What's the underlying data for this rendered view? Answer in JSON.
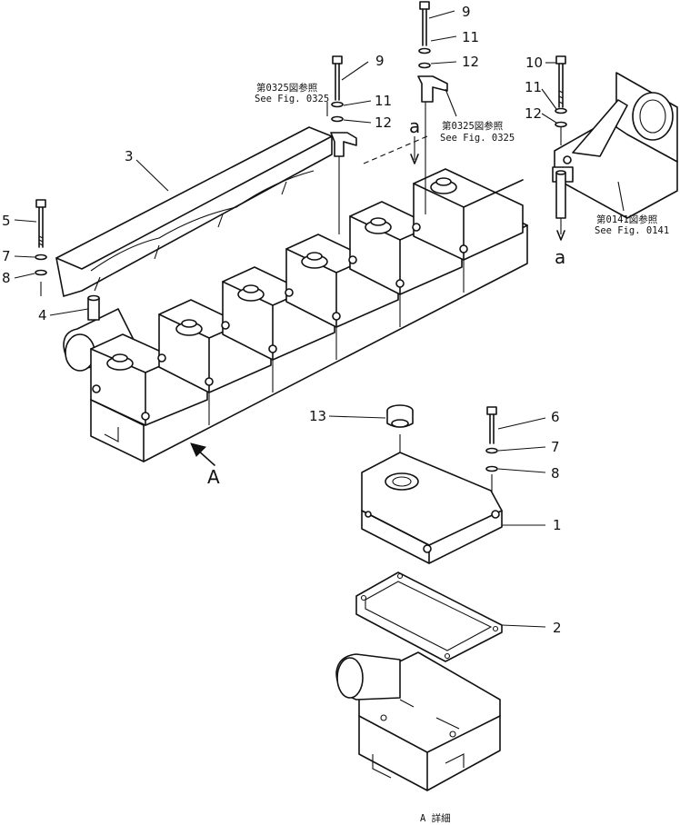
{
  "callouts": {
    "c1": "1",
    "c2": "2",
    "c3": "3",
    "c4": "4",
    "c5": "5",
    "c6": "6",
    "c7a": "7",
    "c7b": "7",
    "c8a": "8",
    "c8b": "8",
    "c9a": "9",
    "c9b": "9",
    "c10": "10",
    "c11a": "11",
    "c11b": "11",
    "c11c": "11",
    "c12a": "12",
    "c12b": "12",
    "c12c": "12",
    "c13": "13"
  },
  "refs": {
    "fig0325_jp_a": "第0325図参照",
    "fig0325_en_a": "See Fig. 0325",
    "fig0325_jp_b": "第0325図参照",
    "fig0325_en_b": "See Fig. 0325",
    "fig0141_jp": "第0141図参照",
    "fig0141_en": "See Fig. 0141"
  },
  "markers": {
    "a_top": "a",
    "a_right": "a",
    "view_a": "A",
    "detail_a": "A 詳細"
  }
}
